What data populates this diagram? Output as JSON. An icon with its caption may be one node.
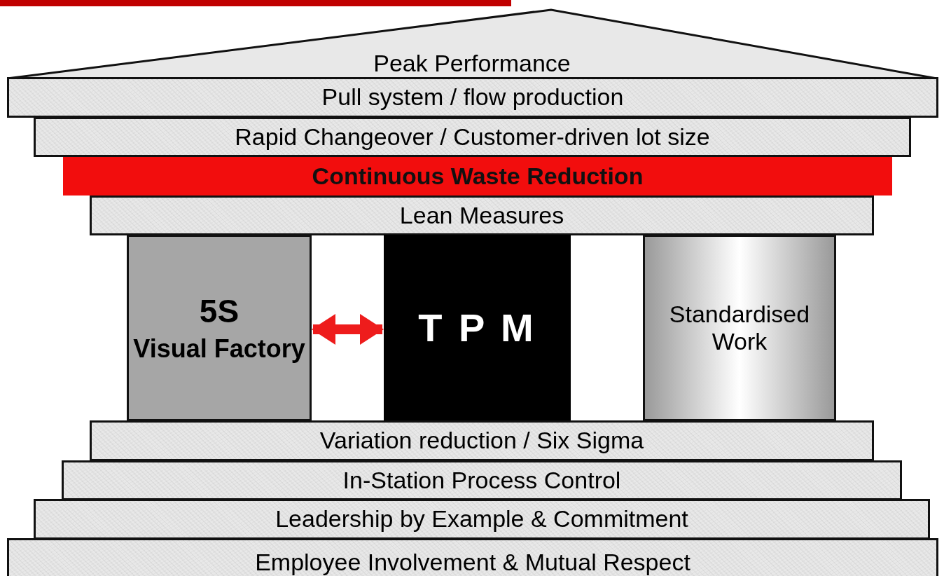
{
  "diagram": {
    "nodes": [
      {
        "text": [
          "Peak Performance"
        ]
      },
      {
        "text": [
          "Pull system / flow production"
        ]
      },
      {
        "text": [
          "Rapid Changeover / Customer-driven lot size"
        ]
      },
      {
        "text": [
          "Continuous Waste Reduction"
        ]
      },
      {
        "text": [
          "Lean Measures"
        ]
      },
      {
        "text": [
          "5S",
          "Visual Factory"
        ]
      },
      {
        "text": [
          "T P M"
        ]
      },
      {
        "text": [
          "Standardised Work"
        ]
      },
      {
        "text": [
          "Variation reduction / Six Sigma"
        ]
      },
      {
        "text": [
          "In-Station Process Control"
        ]
      },
      {
        "text": [
          "Leadership by Example & Commitment"
        ]
      },
      {
        "text": [
          "Employee Involvement & Mutual Respect"
        ]
      }
    ],
    "edges": [
      {
        "from": 5,
        "to": 6,
        "arrow": "both",
        "color": "#ee1c1c"
      }
    ]
  }
}
